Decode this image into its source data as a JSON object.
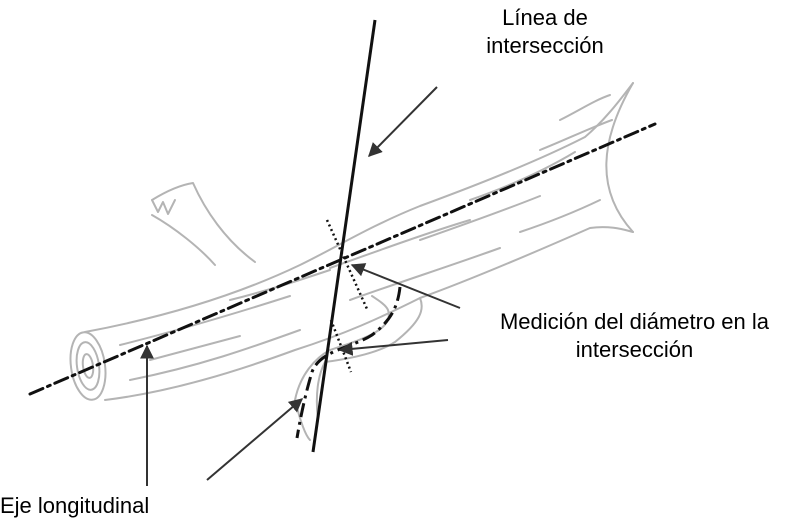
{
  "labels": {
    "intersection_line": [
      "Línea de",
      "intersección"
    ],
    "diameter_measurement": [
      "Medición del diámetro en la",
      "intersección"
    ],
    "longitudinal_axis": "Eje longitudinal"
  },
  "colors": {
    "sketch": "#b4b4b4",
    "lines": "#111111",
    "arrows": "#333333",
    "text": "#000000"
  }
}
